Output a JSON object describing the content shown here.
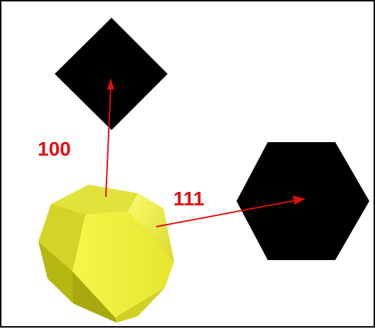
{
  "labels": {
    "direction_100": "100",
    "direction_111": "111"
  },
  "colors": {
    "arrow": "#e01010",
    "label": "#e01010",
    "projection": "#000000",
    "crystal_face": "#f2f22a",
    "crystal_shadow": "#b8b818"
  },
  "shapes": {
    "projection_100": "square",
    "projection_111": "hexagon",
    "crystal": "truncated-octahedron"
  }
}
